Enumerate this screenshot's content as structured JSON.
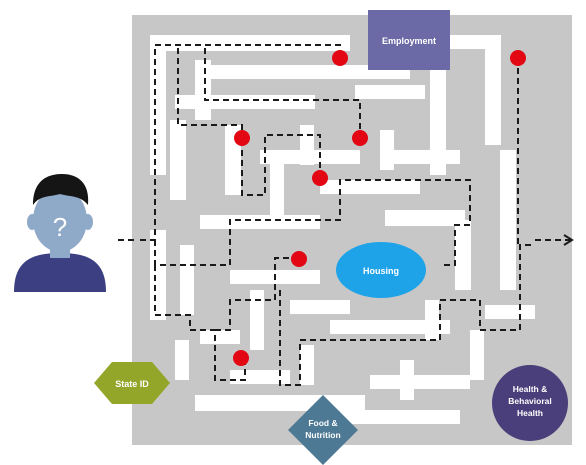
{
  "labels": {
    "employment": "Employment",
    "housing": "Housing",
    "state_id": "State ID",
    "food_line1": "Food &",
    "food_line2": "Nutrition",
    "health_line1": "Health &",
    "health_line2": "Behavioral",
    "health_line3": "Health"
  },
  "colors": {
    "maze_bg": "#c7c7c7",
    "path": "#ffffff",
    "dash": "#1a1a1a",
    "dot": "#e30613",
    "employment": "#6b6aa6",
    "housing": "#1fa3e8",
    "state_id": "#93a62a",
    "food": "#4d7994",
    "health": "#4a3f7a",
    "person_skin": "#8fa9c9",
    "person_hair": "#151515",
    "person_body": "#3d3f83"
  },
  "icons": {
    "person": "person-unknown-icon",
    "question": "question-mark-icon"
  }
}
